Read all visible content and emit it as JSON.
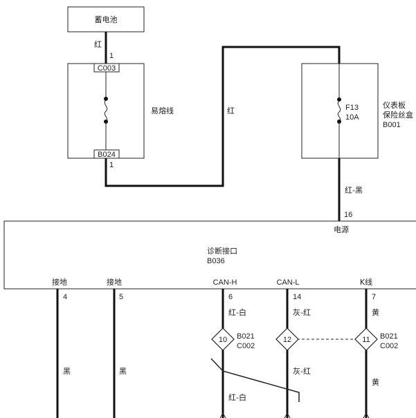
{
  "battery": {
    "label": "蓄电池"
  },
  "fusible_link": {
    "label": "易熔线",
    "top_connector": "C003",
    "bottom_connector": "B024",
    "top_pin": "1",
    "bottom_pin": "1"
  },
  "fuse_box": {
    "label_line1": "仪表板",
    "label_line2": "保险丝盒",
    "code": "B001",
    "fuse_id": "F13",
    "fuse_rating": "10A"
  },
  "diag_connector": {
    "label": "诊断接口",
    "code": "B036",
    "power_label": "电源",
    "power_pin": "16"
  },
  "wires": {
    "battery_to_link": "红",
    "link_to_fusebox": "红",
    "fusebox_to_diag": "红-黑"
  },
  "pins": [
    {
      "label": "接地",
      "pin": "4",
      "color_upper": "",
      "color_lower": "黑"
    },
    {
      "label": "接地",
      "pin": "5",
      "color_upper": "",
      "color_lower": "黑"
    },
    {
      "label": "CAN-H",
      "pin": "6",
      "color_upper": "红-白",
      "color_lower": "红-白"
    },
    {
      "label": "CAN-L",
      "pin": "14",
      "color_upper": "灰-红",
      "color_lower": "灰-红"
    },
    {
      "label": "K线",
      "pin": "7",
      "color_upper": "黄",
      "color_lower": "黄"
    }
  ],
  "splices": [
    {
      "id": "10",
      "codes": [
        "B021",
        "C002"
      ]
    },
    {
      "id": "12",
      "codes": []
    },
    {
      "id": "11",
      "codes": [
        "B021",
        "C002"
      ]
    }
  ]
}
